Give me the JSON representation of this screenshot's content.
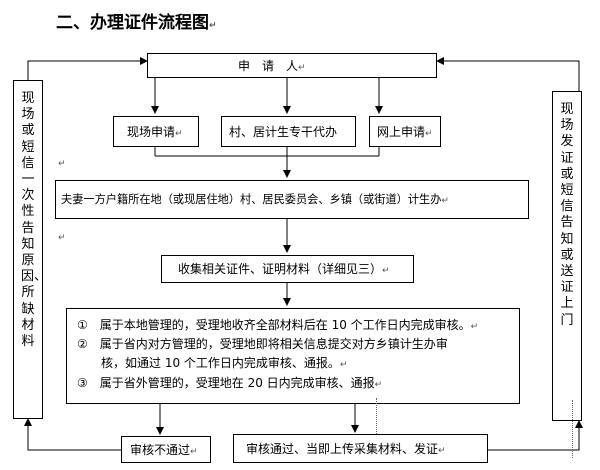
{
  "title": "二、办理证件流程图",
  "applicant": "申　请　人",
  "channels": [
    "现场申请",
    "村、居计生专干代办",
    "网上申请"
  ],
  "receive_office": "夫妻一方户籍所在地（或现居住地）村、居民委员会、乡镇（或街道）计生办",
  "collect": "收集相关证件、证明材料（详细见三）",
  "review_rules": [
    "①　属于本地管理的，受理地收齐全部材料后在 10 个工作日内完成审核。",
    "②　属于省内对方管理的，受理地即将相关信息提交对方乡镇计生办审",
    "　　核，如通过 10 个工作日内完成审核、通报。",
    "③　属于省外管理的，受理地在 20 日内完成审核、通报"
  ],
  "result_fail": "审核不通过",
  "result_pass": "审核通过、当即上传采集材料、发证",
  "left_notice": "现场或短信一次性告知原因、所缺材料",
  "right_notice": "现场发证或短信告知或送证上门",
  "para_mark": "↵"
}
